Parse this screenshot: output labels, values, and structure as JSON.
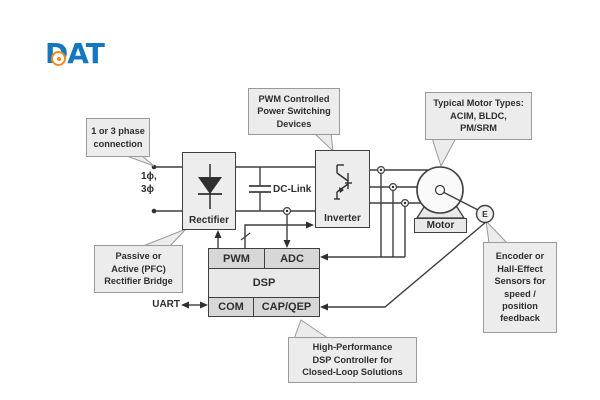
{
  "logo": {
    "text": "DAT"
  },
  "callouts": {
    "phase": {
      "lines": [
        "1 or 3 phase",
        "connection"
      ]
    },
    "pwm_devices": {
      "lines": [
        "PWM Controlled",
        "Power Switching",
        "Devices"
      ]
    },
    "motor_types": {
      "lines": [
        "Typical Motor Types:",
        "ACIM, BLDC,",
        "PM/SRM"
      ]
    },
    "rectifier_bridge": {
      "lines": [
        "Passive or",
        "Active (PFC)",
        "Rectifier Bridge"
      ]
    },
    "encoder": {
      "lines": [
        "Encoder or",
        "Hall-Effect",
        "Sensors for",
        "speed /",
        "position",
        "feedback"
      ]
    },
    "dsp_controller": {
      "lines": [
        "High-Performance",
        "DSP Controller for",
        "Closed-Loop Solutions"
      ]
    }
  },
  "blocks": {
    "rectifier": "Rectifier",
    "inverter": "Inverter",
    "motor": "Motor",
    "pwm": "PWM",
    "adc": "ADC",
    "dsp": "DSP",
    "com": "COM",
    "cap_qep": "CAP/QEP"
  },
  "labels": {
    "phase_line1": "1ϕ,",
    "phase_line2": "3ϕ",
    "dc_link": "DC-Link",
    "uart": "UART",
    "encoder_e": "E"
  },
  "colors": {
    "brand_blue": "#1478c0",
    "brand_orange": "#f08c1c",
    "line": "#3f3f3f",
    "callout_fill": "#ececec",
    "block_fill": "#ededed",
    "subblock_fill": "#d7d7d7",
    "text": "#2e2e2e"
  }
}
